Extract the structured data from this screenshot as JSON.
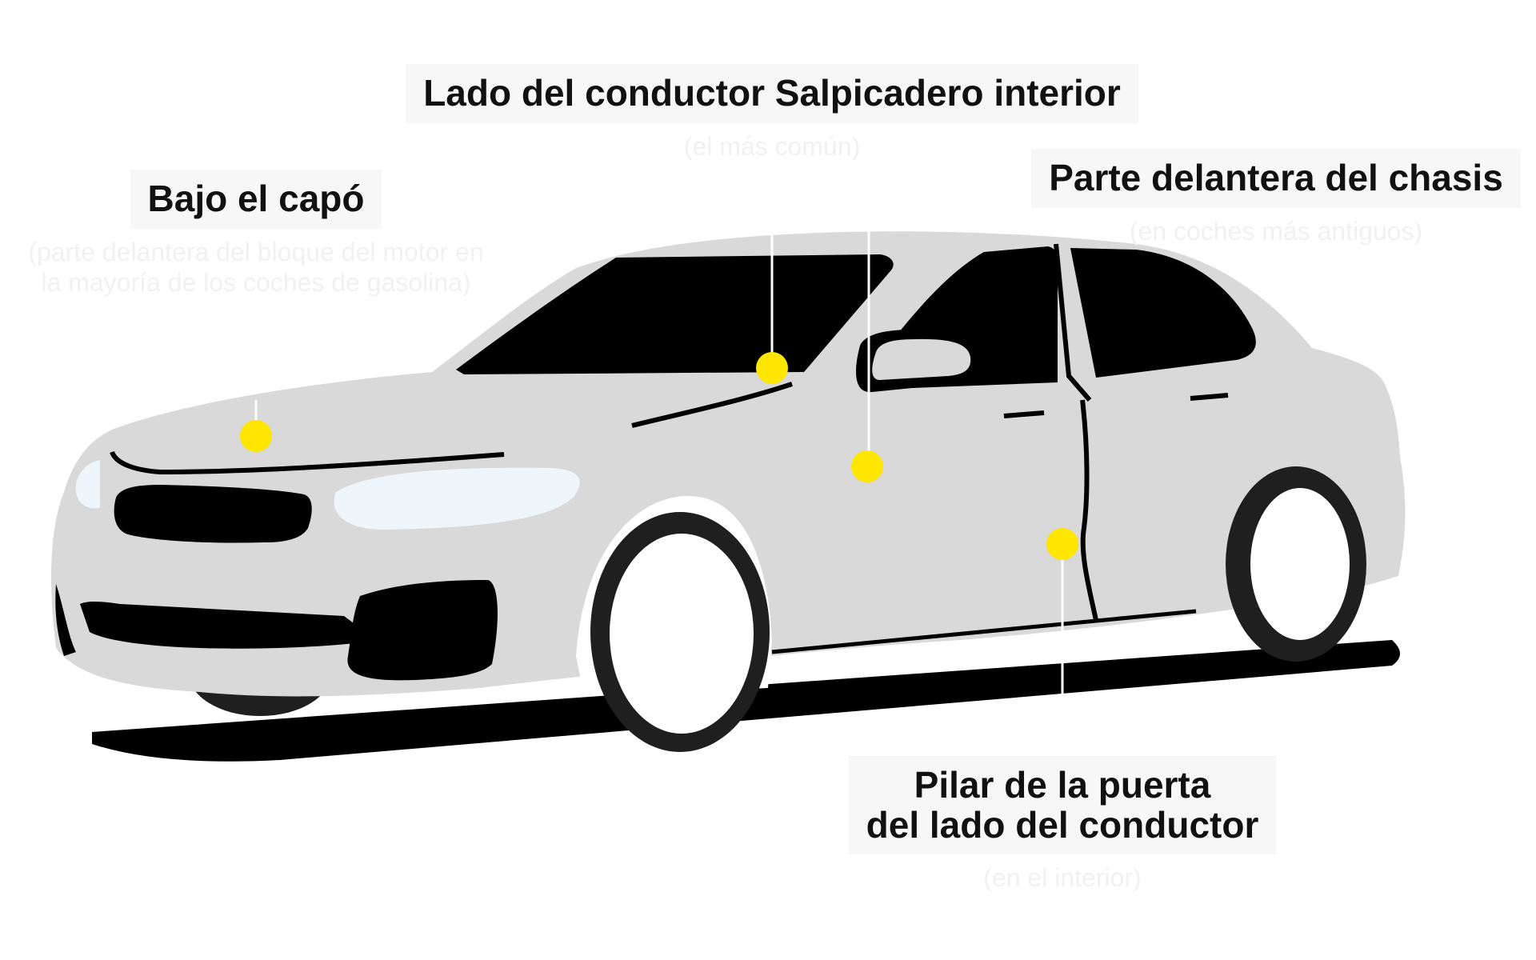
{
  "callouts": {
    "dashboard": {
      "label": "Lado del conductor Salpicadero interior",
      "note": "(el más común)"
    },
    "hood": {
      "label": "Bajo el capó",
      "note": "(parte delantera del bloque del motor en\nla mayoría de los coches de gasolina)"
    },
    "frame": {
      "label": "Parte delantera del chasis",
      "note": "(en coches más antiguos)"
    },
    "door_pillar": {
      "label": "Pilar de la puerta\ndel lado del conductor",
      "note": "(en el interior)"
    }
  },
  "colors": {
    "car_body": "#d9d9d9",
    "glass_and_trim": "#000000",
    "wheel_rim": "#ffffff",
    "headlight": "#eef6fc",
    "marker": "#ffe600",
    "label_background": "#f7f7f7"
  }
}
